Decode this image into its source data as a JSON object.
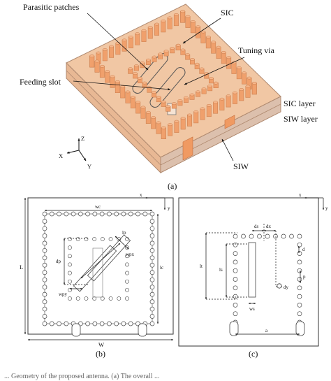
{
  "panel_a": {
    "labels": {
      "parasitic": "Parasitic patches",
      "sic": "SIC",
      "tuning": "Tuning via",
      "feeding": "Feeding slot",
      "sic_layer": "SIC layer",
      "siw_layer": "SIW layer",
      "siw": "SIW"
    },
    "axes": {
      "z": "Z",
      "x": "X",
      "y": "Y"
    },
    "caption": "(a)"
  },
  "panel_b": {
    "dims": {
      "wc": "wc",
      "x": "x",
      "y": "y",
      "L": "L",
      "W": "W",
      "lc": "lc",
      "dp": "dp",
      "wpx": "wpx",
      "wpy": "wpy",
      "lp": "lp"
    },
    "caption": "(b)"
  },
  "panel_c": {
    "dims": {
      "x": "x",
      "y": "y",
      "ds": "ds",
      "dx": "dx",
      "lt": "lt",
      "ls": "ls",
      "d": "d",
      "dy": "dy",
      "p": "p",
      "ws": "ws",
      "a": "a"
    },
    "caption": "(c)"
  },
  "bottom_text": "... Geometry of the proposed antenna. (a) The overall ..."
}
